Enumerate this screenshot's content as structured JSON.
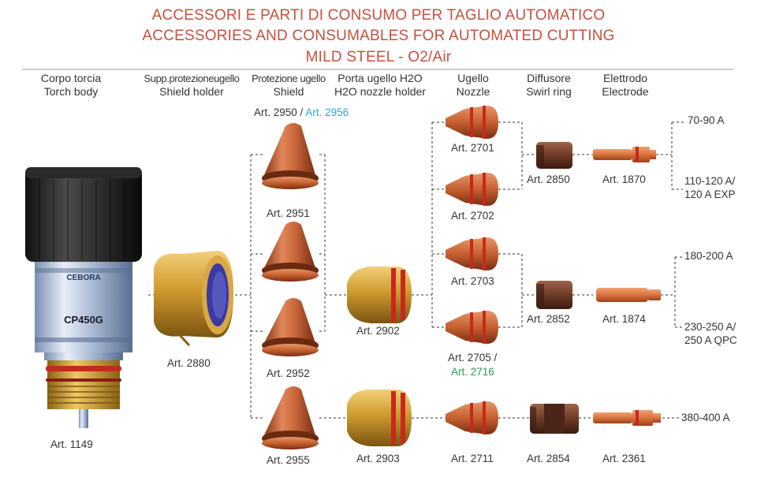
{
  "title": {
    "line1": "ACCESSORI E PARTI DI CONSUMO PER TAGLIO AUTOMATICO",
    "line2": "ACCESSORIES AND CONSUMABLES FOR AUTOMATED CUTTING",
    "line3": "MILD STEEL - O2/Air"
  },
  "columns": [
    {
      "it": "Corpo torcia",
      "en": "Torch body"
    },
    {
      "it": "Supp.protezioneugello",
      "en": "Shield holder"
    },
    {
      "it": "Protezione ugello",
      "en": "Shield"
    },
    {
      "it": "Porta ugello H2O",
      "en": "H2O nozzle holder"
    },
    {
      "it": "Ugello",
      "en": "Nozzle"
    },
    {
      "it": "Diffusore",
      "en": "Swirl ring"
    },
    {
      "it": "Elettrodo",
      "en": "Electrode"
    }
  ],
  "torch": {
    "model": "CP450G",
    "brand": "CEBORA",
    "art": "Art. 1149"
  },
  "parts": {
    "a2880": "Art. 2880",
    "a2950": "Art. 2950 /",
    "a2956": "Art. 2956",
    "a2951": "Art. 2951",
    "a2952": "Art. 2952",
    "a2955": "Art. 2955",
    "a2902": "Art. 2902",
    "a2903": "Art. 2903",
    "a2701": "Art. 2701",
    "a2702": "Art. 2702",
    "a2703": "Art. 2703",
    "a2705": "Art. 2705 /",
    "a2716": "Art. 2716",
    "a2711": "Art. 2711",
    "a2850": "Art. 2850",
    "a2852": "Art. 2852",
    "a2854": "Art. 2854",
    "a1870": "Art. 1870",
    "a1874": "Art. 1874",
    "a2361": "Art. 2361"
  },
  "currents": {
    "c1": "70-90 A",
    "c2a": "110-120 A/",
    "c2b": "120 A EXP",
    "c3": "180-200 A",
    "c4a": "230-250 A/",
    "c4b": "250 A QPC",
    "c5": "380-400 A"
  },
  "colors": {
    "title": "#c8503c",
    "copper": "#c9673a",
    "brass": "#c99a2e",
    "cyan_accent": "#2aa7d0",
    "green_accent": "#2a9a5a"
  }
}
